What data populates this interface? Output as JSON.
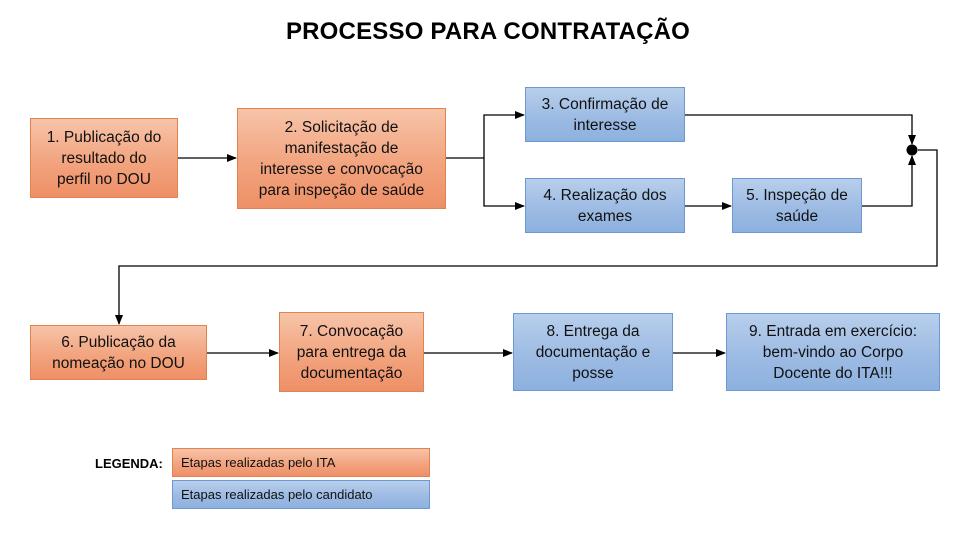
{
  "title": "PROCESSO PARA CONTRATAÇÃO",
  "steps": [
    {
      "id": 1,
      "label": "1. Publicação do\nresultado do\nperfil no DOU",
      "actor": "ita"
    },
    {
      "id": 2,
      "label": "2. Solicitação de\nmanifestação de\ninteresse e convocação\npara inspeção de saúde",
      "actor": "ita"
    },
    {
      "id": 3,
      "label": "3. Confirmação de\ninteresse",
      "actor": "candidato"
    },
    {
      "id": 4,
      "label": "4. Realização dos\nexames",
      "actor": "candidato"
    },
    {
      "id": 5,
      "label": "5. Inspeção de\nsaúde",
      "actor": "candidato"
    },
    {
      "id": 6,
      "label": "6. Publicação da\nnomeação no DOU",
      "actor": "ita"
    },
    {
      "id": 7,
      "label": "7. Convocação\npara entrega da\ndocumentação",
      "actor": "ita"
    },
    {
      "id": 8,
      "label": "8. Entrega da\ndocumentação e\nposse",
      "actor": "candidato"
    },
    {
      "id": 9,
      "label": "9. Entrada em exercício:\nbem-vindo ao Corpo\nDocente do ITA!!!",
      "actor": "candidato"
    }
  ],
  "edges": [
    [
      "1",
      "2"
    ],
    [
      "2",
      "3"
    ],
    [
      "2",
      "4"
    ],
    [
      "4",
      "5"
    ],
    [
      "3",
      "join"
    ],
    [
      "5",
      "join"
    ],
    [
      "join",
      "6"
    ],
    [
      "6",
      "7"
    ],
    [
      "7",
      "8"
    ],
    [
      "8",
      "9"
    ]
  ],
  "legend": {
    "title": "LEGENDA:",
    "ita": "Etapas realizadas pelo ITA",
    "candidato": "Etapas realizadas pelo candidato"
  },
  "colors": {
    "ita": "#f2a47f",
    "candidato": "#9dbbe3",
    "line": "#000000"
  }
}
